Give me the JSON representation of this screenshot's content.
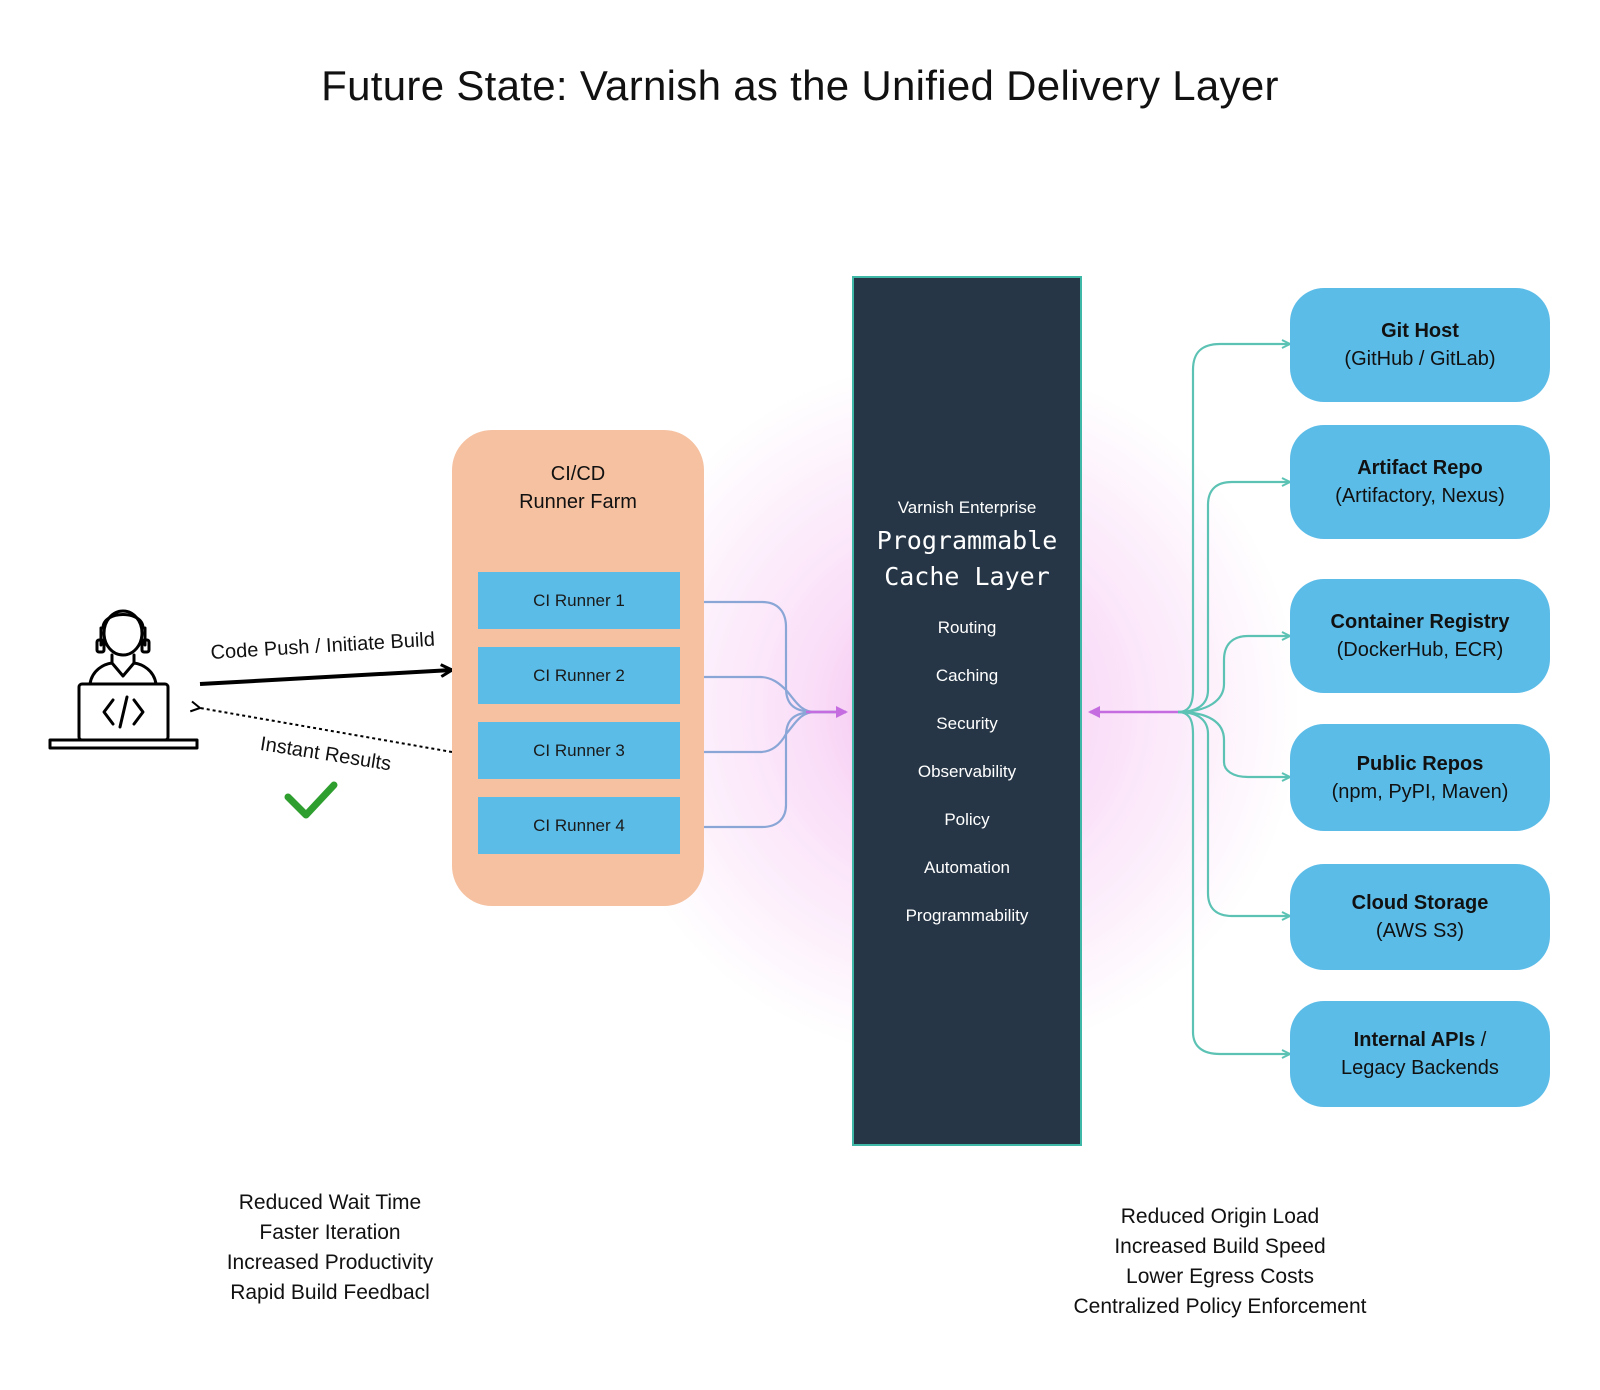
{
  "title": "Future State: Varnish as the Unified Delivery Layer",
  "developer": {
    "push_label": "Code Push / Initiate Build",
    "results_label": "Instant Results",
    "icon": "developer-laptop-icon",
    "check_icon": "checkmark-icon",
    "check_color": "#2e9e2e"
  },
  "runner_farm": {
    "title_line1": "CI/CD",
    "title_line2": "Runner Farm",
    "runners": [
      "CI Runner 1",
      "CI Runner 2",
      "CI Runner 3",
      "CI Runner 4"
    ],
    "color": "#f5c1a1",
    "runner_color": "#5bbce8"
  },
  "cache_layer": {
    "subtitle": "Varnish Enterprise",
    "title_line1": "Programmable",
    "title_line2": "Cache Layer",
    "features": [
      "Routing",
      "Caching",
      "Security",
      "Observability",
      "Policy",
      "Automation",
      "Programmability"
    ],
    "color": "#263646"
  },
  "origins": [
    {
      "name": "Git Host",
      "detail": "(GitHub / GitLab)"
    },
    {
      "name": "Artifact Repo",
      "detail": "(Artifactory, Nexus)"
    },
    {
      "name": "Container Registry",
      "detail": "(DockerHub, ECR)"
    },
    {
      "name": "Public Repos",
      "detail": "(npm, PyPI, Maven)"
    },
    {
      "name": "Cloud Storage",
      "detail": "(AWS S3)"
    },
    {
      "name": "Internal APIs",
      "name_suffix": " /",
      "detail": "Legacy Backends"
    }
  ],
  "benefits_left": [
    "Reduced Wait Time",
    "Faster Iteration",
    "Increased Productivity",
    "Rapid Build Feedbacl"
  ],
  "benefits_right": [
    "Reduced Origin Load",
    "Increased Build Speed",
    "Lower Egress Costs",
    "Centralized Policy Enforcement"
  ],
  "colors": {
    "wire_teal": "#5cc2b4",
    "wire_blue": "#8aa6d6",
    "wire_purple": "#c56de0"
  }
}
